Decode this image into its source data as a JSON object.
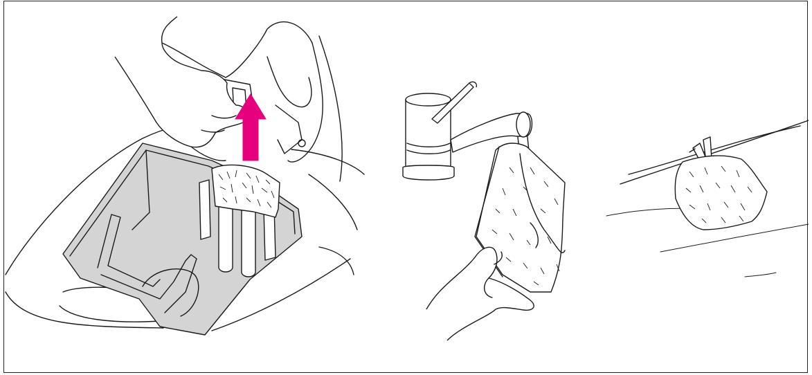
{
  "illustration": {
    "steps": [
      {
        "id": "remove-filter",
        "icon": "arrow-up-icon"
      },
      {
        "id": "rinse-filter",
        "icon": "faucet-icon"
      },
      {
        "id": "dry-filter",
        "icon": "clothesline-icon"
      }
    ],
    "colors": {
      "accent_arrow": "#e6007e",
      "compartment_fill": "#d4d4d4",
      "line": "#1a1a1a",
      "background": "#ffffff"
    }
  }
}
